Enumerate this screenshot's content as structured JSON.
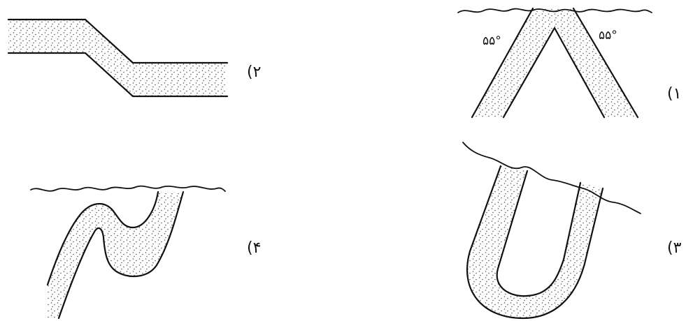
{
  "options": [
    {
      "id": "1",
      "label": "(۱"
    },
    {
      "id": "2",
      "label": "(۲"
    },
    {
      "id": "3",
      "label": "(۳"
    },
    {
      "id": "4",
      "label": "(۴"
    }
  ],
  "angles": {
    "left": "۵۵°",
    "right": "۵۵°"
  },
  "colors": {
    "stroke": "#111111",
    "stipple_dot": "#555555",
    "background": "#ffffff"
  }
}
